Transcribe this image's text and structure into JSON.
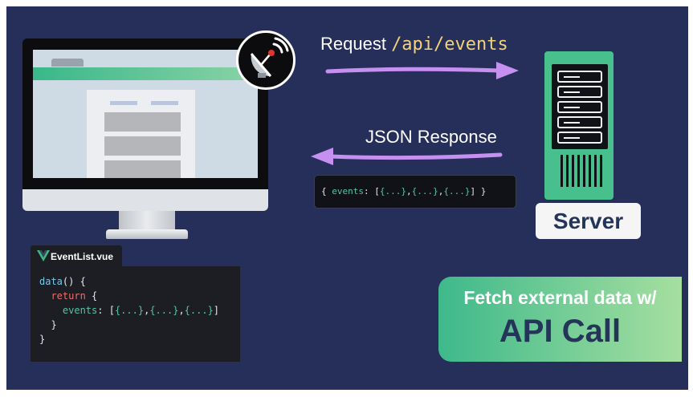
{
  "request": {
    "prefix": "Request ",
    "path": "/api/events"
  },
  "response": {
    "label": "JSON Response"
  },
  "json_payload": {
    "open": "{ ",
    "key": "events",
    "colon": ": [",
    "item": "{...}",
    "sep": ",",
    "close": "] }"
  },
  "server": {
    "label": "Server"
  },
  "code_panel": {
    "filename": "EventList.vue",
    "data_fn": "data",
    "data_rest": "() {",
    "return_kw": "return",
    "return_rest": " {",
    "events_key": "events",
    "events_rest": ": [",
    "item": "{...}",
    "sep": ",",
    "events_close": "]",
    "inner_close": "}",
    "outer_close": "}"
  },
  "banner": {
    "line1": "Fetch external data w/",
    "line2": "API Call"
  },
  "colors": {
    "background": "#252f5a",
    "accent_green": "#48c08d",
    "arrow_purple": "#c690f0",
    "code_key": "#58c3a3",
    "code_keyword": "#f06d6d",
    "code_function": "#7cc6e8",
    "path_highlight": "#f3d27a"
  },
  "icons": [
    "satellite-dish-icon",
    "vue-logo-icon",
    "server-rack-icon",
    "monitor-icon"
  ]
}
